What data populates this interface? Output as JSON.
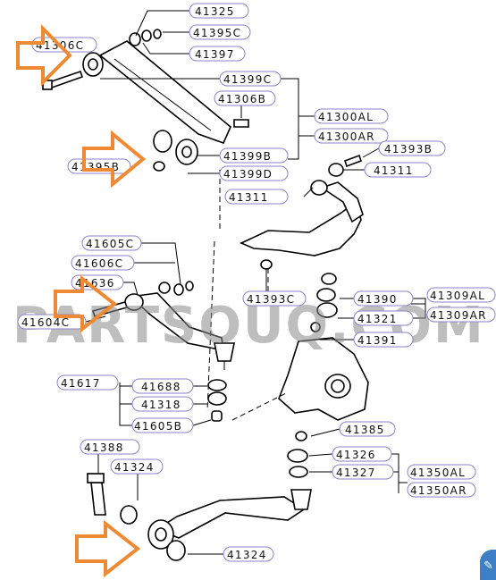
{
  "watermark": "PARTSOUQ.COM",
  "accent_color": "#ee8a33",
  "label_border_color": "#8e82c9",
  "labels": {
    "p41325": "41325",
    "p41395C": "41395C",
    "p41397": "41397",
    "p41306C": "41306C",
    "p41399C": "41399C",
    "p41306B": "41306B",
    "p41300AL": "41300AL",
    "p41300AR": "41300AR",
    "p41399B": "41399B",
    "p41393B": "41393B",
    "p41395B": "41395B",
    "p41399D": "41399D",
    "p41311a": "41311",
    "p41311b": "41311",
    "p41605C": "41605C",
    "p41606C": "41606C",
    "p41636": "41636",
    "p41604C": "41604C",
    "p41393C": "41393C",
    "p41390": "41390",
    "p41309AL": "41309AL",
    "p41321": "41321",
    "p41309AR": "41309AR",
    "p41391": "41391",
    "p41617": "41617",
    "p41688": "41688",
    "p41318": "41318",
    "p41605B": "41605B",
    "p41385": "41385",
    "p41388": "41388",
    "p41326": "41326",
    "p41324a": "41324",
    "p41327": "41327",
    "p41350AL": "41350AL",
    "p41350AR": "41350AR",
    "p41324b": "41324"
  },
  "badge_icon": "chat-icon"
}
